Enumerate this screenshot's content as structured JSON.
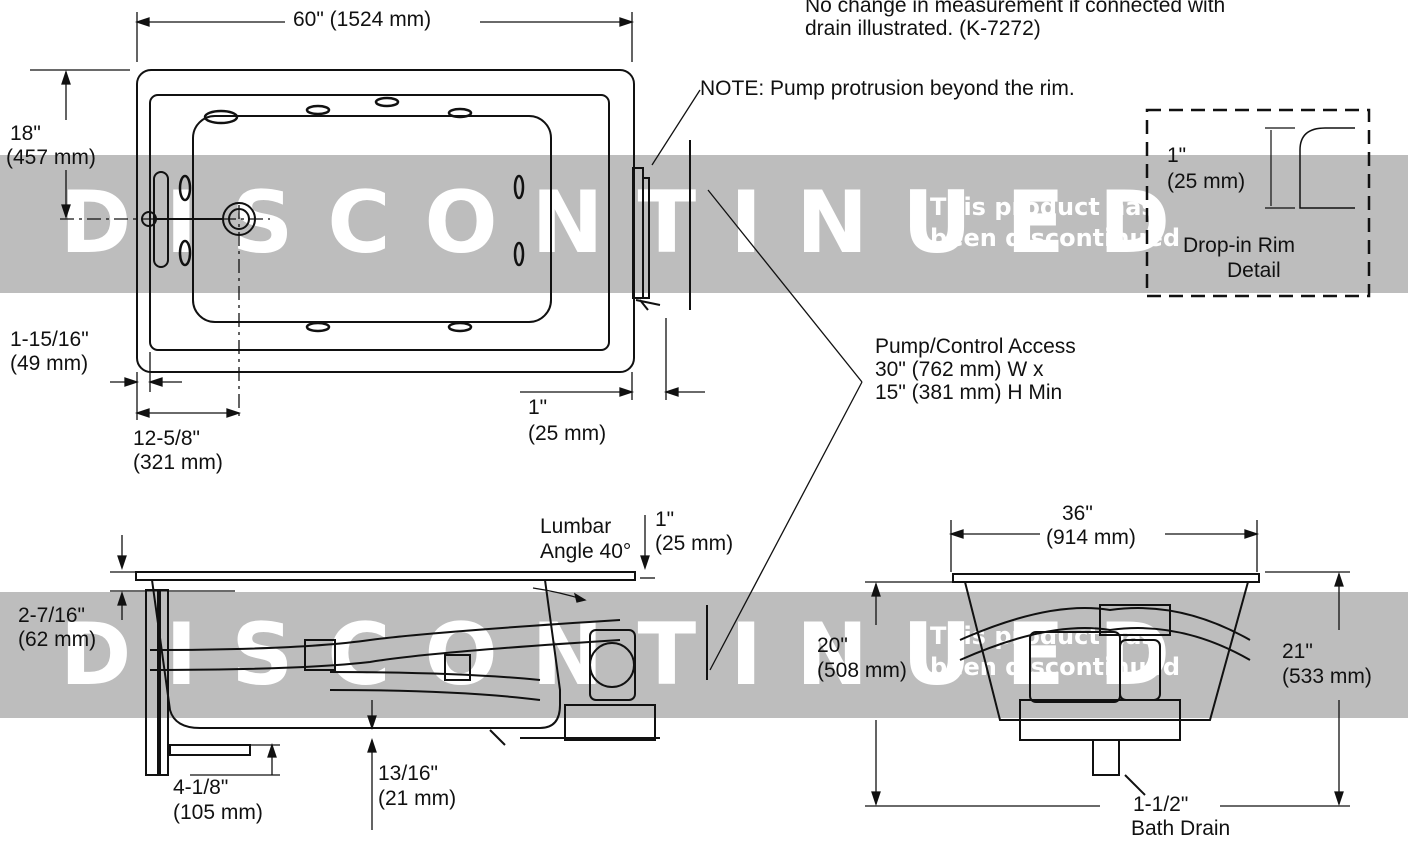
{
  "watermark": {
    "word": "DISCONTINUED",
    "line1": "This product has",
    "line2": "been discontinued"
  },
  "top_view": {
    "width_dim": "60\" (1524 mm)",
    "depth_in": "18\"",
    "depth_mm": "(457 mm)",
    "left_offset_in": "1-15/16\"",
    "left_offset_mm": "(49 mm)",
    "drain_offset_in": "12-5/8\"",
    "drain_offset_mm": "(321 mm)",
    "right_offset_in": "1\"",
    "right_offset_mm": "(25 mm)"
  },
  "notes": {
    "drain_note_l1": "No change in measurement if connected with",
    "drain_note_l2": "drain illustrated. (K-7272)",
    "pump_note": "NOTE: Pump protrusion beyond the rim.",
    "access_l1": "Pump/Control Access",
    "access_l2": "30\" (762 mm) W x",
    "access_l3": "15\" (381 mm) H Min"
  },
  "rim_detail": {
    "dim_in": "1\"",
    "dim_mm": "(25 mm)",
    "title_l1": "Drop-in Rim",
    "title_l2": "Detail"
  },
  "side_view": {
    "lumbar_l1": "Lumbar",
    "lumbar_l2": "Angle 40°",
    "rim_in": "1\"",
    "rim_mm": "(25 mm)",
    "drain_h_in": "2-7/16\"",
    "drain_h_mm": "(62 mm)",
    "drain_low_in": "4-1/8\"",
    "drain_low_mm": "(105 mm)",
    "floor_in": "13/16\"",
    "floor_mm": "(21 mm)"
  },
  "end_view": {
    "width_in": "36\"",
    "width_mm": "(914 mm)",
    "h20_in": "20\"",
    "h20_mm": "(508 mm)",
    "h21_in": "21\"",
    "h21_mm": "(533 mm)",
    "drain_in": "1-1/2\"",
    "drain_label": "Bath Drain"
  }
}
